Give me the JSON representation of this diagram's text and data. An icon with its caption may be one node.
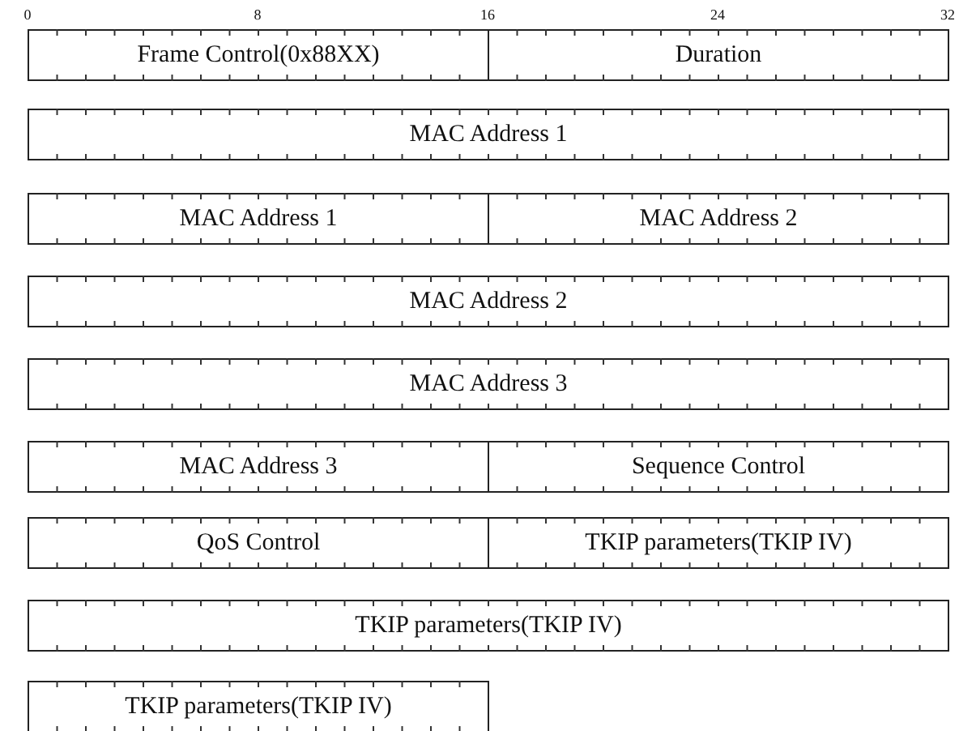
{
  "diagram": {
    "nodes": [
      {
        "text": [
          "Frame Control(0x88XX)"
        ]
      },
      {
        "text": [
          "Duration"
        ]
      },
      {
        "text": [
          "MAC Address 1"
        ]
      },
      {
        "text": [
          "MAC Address 1"
        ]
      },
      {
        "text": [
          "MAC Address 2"
        ]
      },
      {
        "text": [
          "MAC Address 2"
        ]
      },
      {
        "text": [
          "MAC Address 3"
        ]
      },
      {
        "text": [
          "MAC Address 3"
        ]
      },
      {
        "text": [
          "Sequence Control"
        ]
      },
      {
        "text": [
          "QoS Control"
        ]
      },
      {
        "text": [
          "TKIP parameters(TKIP IV)"
        ]
      },
      {
        "text": [
          "TKIP parameters(TKIP IV)"
        ]
      },
      {
        "text": [
          "TKIP parameters(TKIP IV)"
        ]
      }
    ],
    "labels": [
      "0",
      "8",
      "16",
      "24",
      "32"
    ]
  }
}
